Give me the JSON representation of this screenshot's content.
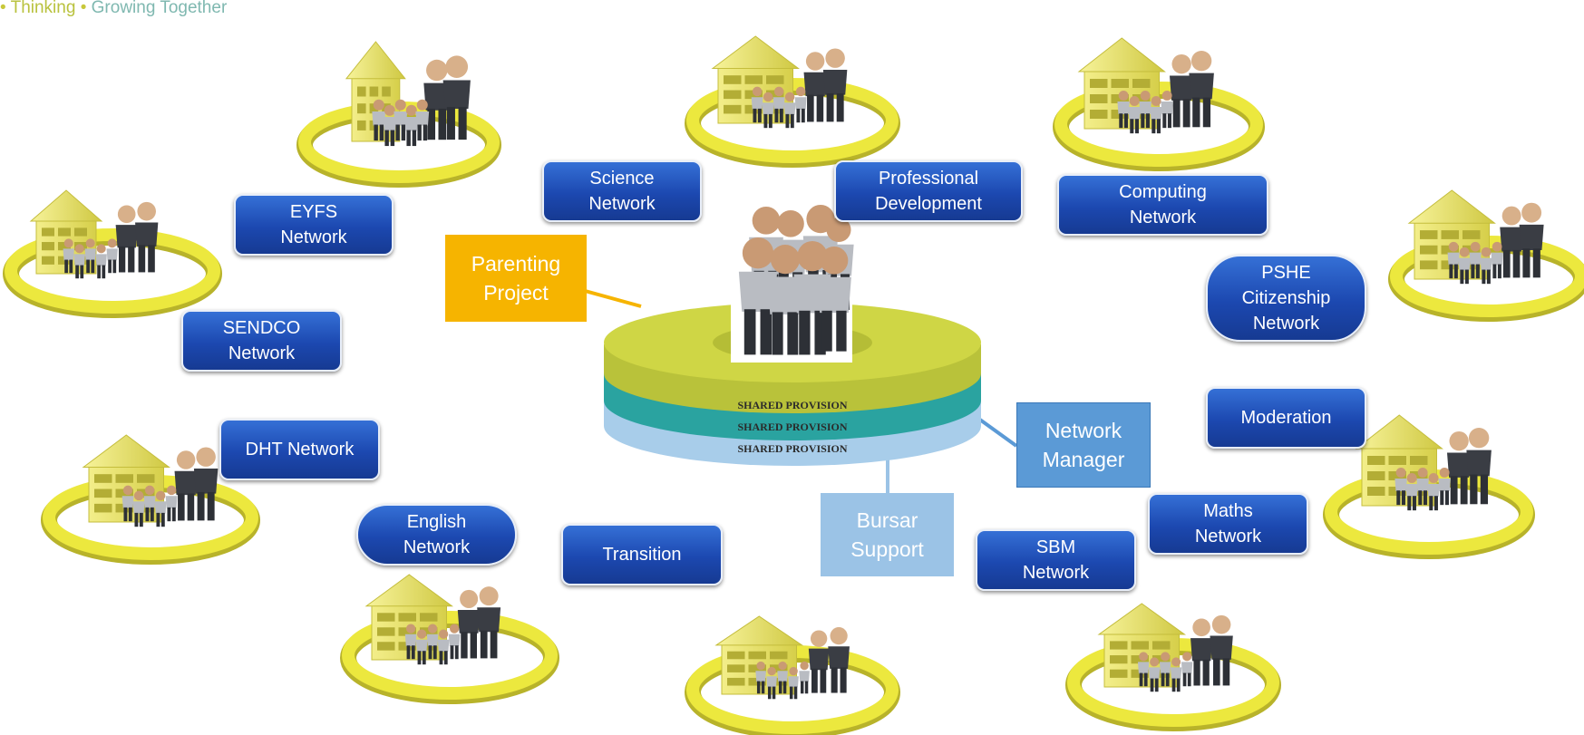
{
  "tagline": {
    "part1": "• ",
    "word1": "Thinking",
    "part2": " • ",
    "word2": "Growing Together"
  },
  "hub": {
    "band_labels": [
      "SHARED PROVISION",
      "SHARED PROVISION",
      "SHARED PROVISION"
    ]
  },
  "boxes": {
    "eyfs": "EYFS\nNetwork",
    "science": "Science\nNetwork",
    "professional": "Professional\nDevelopment",
    "computing": "Computing\nNetwork",
    "parenting": "Parenting\nProject",
    "pshe": "PSHE\nCitizenship\nNetwork",
    "sendco": "SENDCO\nNetwork",
    "dht": "DHT Network",
    "moderation": "Moderation",
    "network_manager": "Network\nManager",
    "english": "English\nNetwork",
    "transition": "Transition",
    "bursar": "Bursar\nSupport",
    "sbm": "SBM\nNetwork",
    "maths": "Maths\nNetwork"
  },
  "colors": {
    "network_box": "#1c48b0",
    "parenting_box": "#f6b400",
    "network_manager_box": "#5b9ad6",
    "bursar_box": "#9bc3e6",
    "ring": "#e6e23a",
    "hub_top": "#c9d13a",
    "hub_middle": "#2aa3a0",
    "hub_bottom": "#a8cdea"
  }
}
